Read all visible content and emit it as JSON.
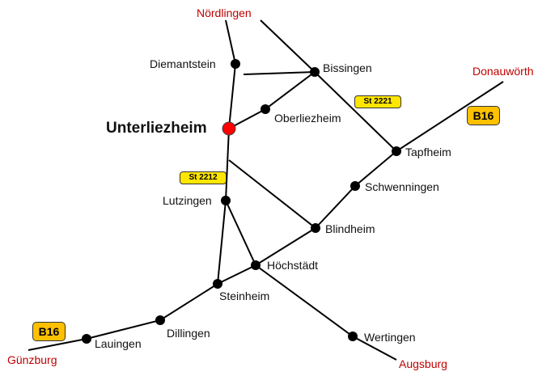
{
  "main_town": "Unterliezheim",
  "towns": {
    "diemantstein": "Diemantstein",
    "bissingen": "Bissingen",
    "oberliezheim": "Oberliezheim",
    "tapfheim": "Tapfheim",
    "schwenningen": "Schwenningen",
    "lutzingen": "Lutzingen",
    "blindheim": "Blindheim",
    "hoechstaedt": "Höchstädt",
    "steinheim": "Steinheim",
    "dillingen": "Dillingen",
    "lauingen": "Lauingen",
    "wertingen": "Wertingen"
  },
  "destinations": {
    "noerdlingen": "Nördlingen",
    "donauwoerth": "Donauwörth",
    "guenzburg": "Günzburg",
    "augsburg": "Augsburg"
  },
  "roads": {
    "st2221": "St 2221",
    "st2212": "St 2212",
    "b16_east": "B16",
    "b16_west": "B16"
  },
  "colors": {
    "main_dot": "#ff0000",
    "destination": "#c00000",
    "state_road": "#ffe600",
    "federal_road": "#ffc000"
  }
}
